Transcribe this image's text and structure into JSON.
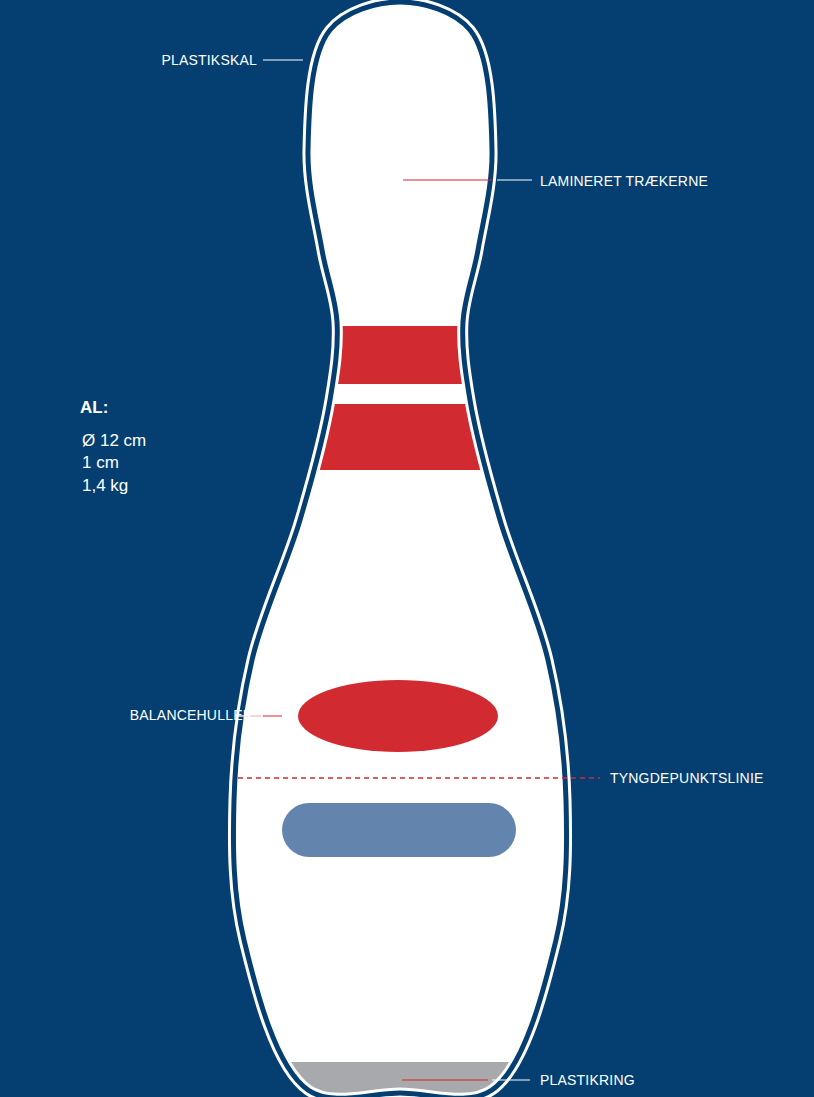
{
  "diagram": {
    "labels": [
      "PLASTIKSKAL",
      "LAMINERET TRÆKERNE",
      "AL:",
      "Ø 12 cm",
      "1 cm",
      "1,4 kg",
      "BALANCEHULLER",
      "TYNGDEPUNKTSLINIE",
      "PLASTIKRING"
    ]
  }
}
